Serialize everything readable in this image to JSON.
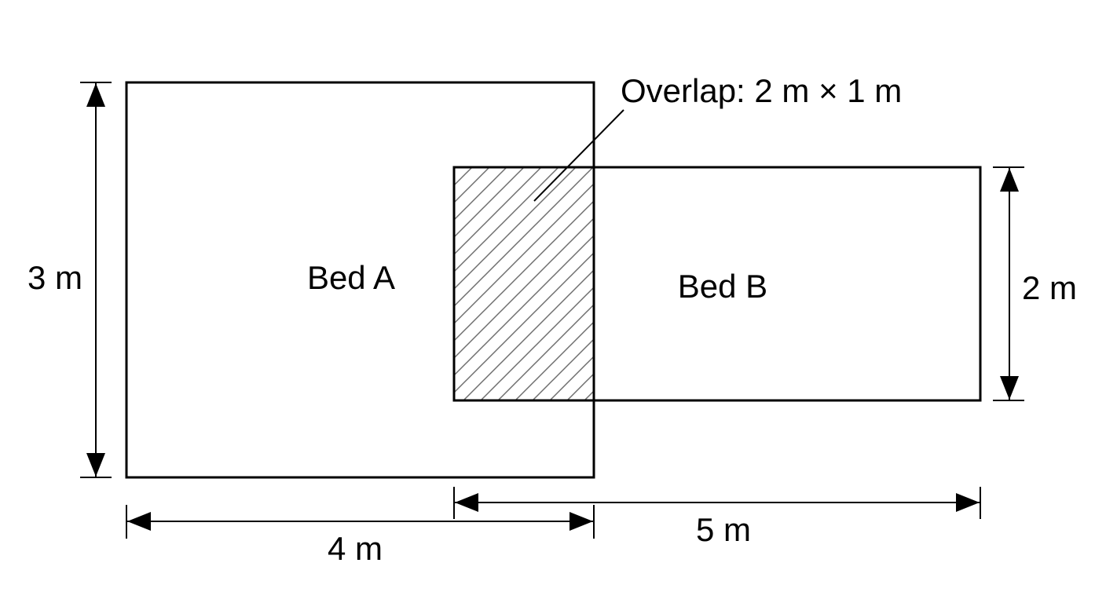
{
  "colors": {
    "stroke": "#000000",
    "hatch": "#6e6e6e",
    "background": "#ffffff"
  },
  "beds": {
    "a": {
      "label": "Bed A"
    },
    "b": {
      "label": "Bed B"
    }
  },
  "overlap": {
    "label": "Overlap: 2 m × 1 m"
  },
  "dimensions": {
    "bed_a_height": "3 m",
    "bed_a_width": "4 m",
    "bed_b_height": "2 m",
    "bed_b_width": "5 m"
  }
}
